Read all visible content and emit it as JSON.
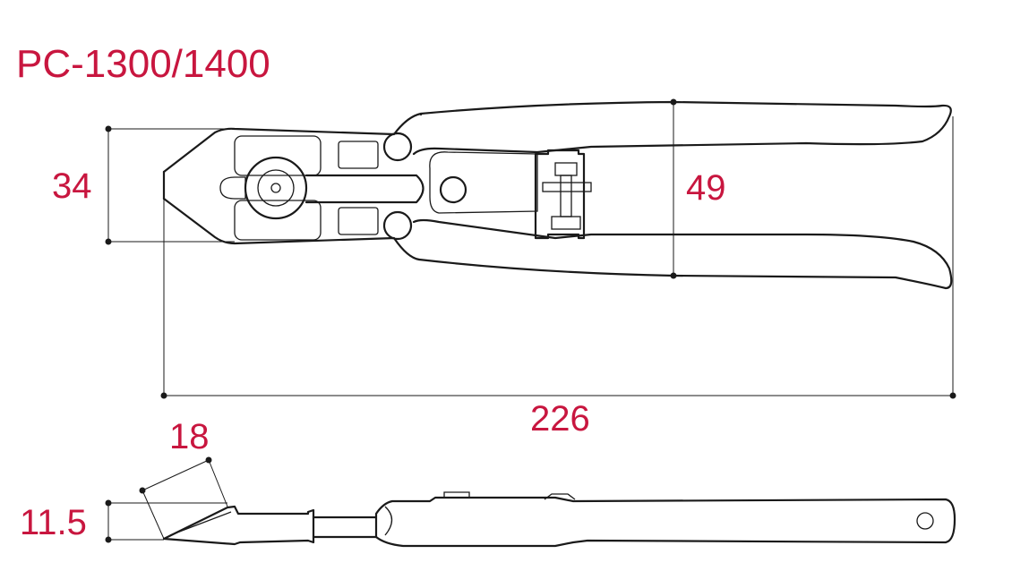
{
  "title": "PC-1300/1400",
  "accent_color": "#c8163f",
  "line_color": "#1a1a1a",
  "dimensions": {
    "jaw_height": "34",
    "handle_width": "49",
    "overall_length": "226",
    "head_length": "18",
    "thickness": "11.5"
  }
}
